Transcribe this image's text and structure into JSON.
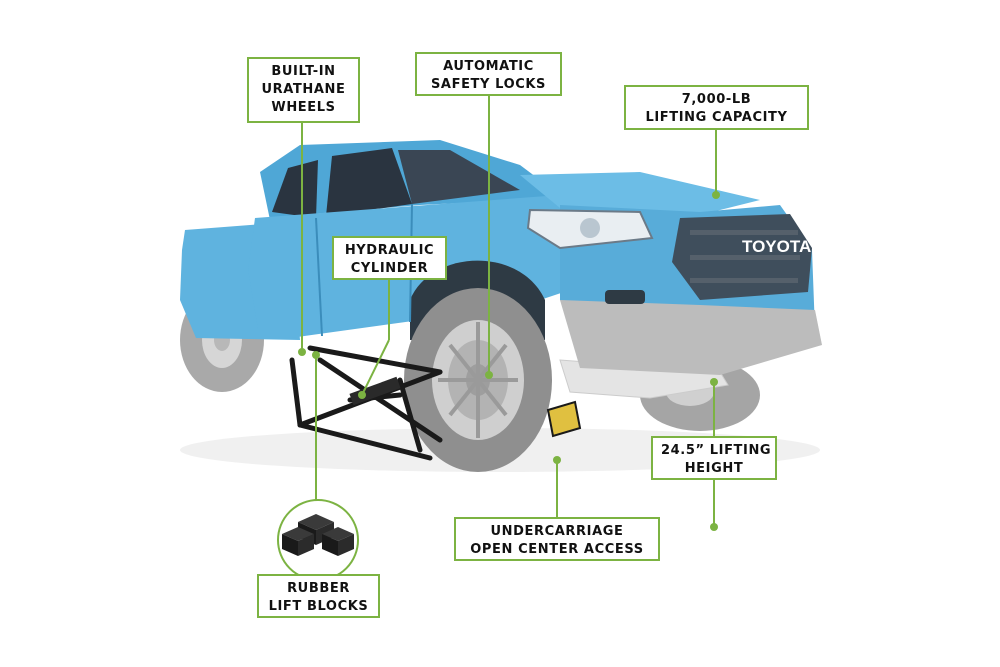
{
  "callouts": {
    "wheels": {
      "lines": [
        "BUILT-IN",
        "URATHANE",
        "WHEELS"
      ]
    },
    "locks": {
      "lines": [
        "AUTOMATIC",
        "SAFETY LOCKS"
      ]
    },
    "capacity": {
      "lines": [
        "7,000-LB",
        "LIFTING CAPACITY"
      ]
    },
    "cylinder": {
      "lines": [
        "HYDRAULIC",
        "CYLINDER"
      ]
    },
    "height": {
      "lines": [
        "24.5” LIFTING",
        "HEIGHT"
      ]
    },
    "undercarriage": {
      "lines": [
        "UNDERCARRIAGE",
        "OPEN CENTER ACCESS"
      ]
    },
    "blocks": {
      "lines": [
        "RUBBER",
        "LIFT BLOCKS"
      ]
    }
  },
  "truck": {
    "badge": "TOYOTA",
    "body_color": "#5fb3df"
  },
  "colors": {
    "accent": "#7cb342",
    "lift_frame": "#1a1a1a",
    "tire": "#9a9a9a",
    "background": "#ffffff"
  }
}
